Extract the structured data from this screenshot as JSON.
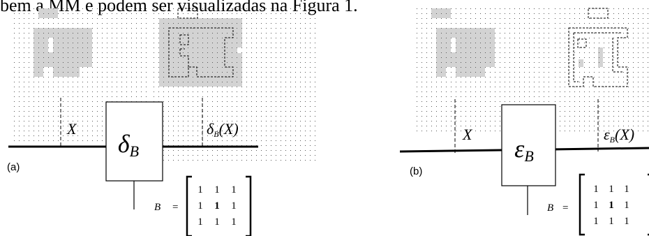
{
  "caption": "bem a MM e podem ser visualizadas na Figura 1.",
  "panels": [
    {
      "id": "a",
      "label": "(a)",
      "input_label": "X",
      "operator_symbol": "δ",
      "operator_subscript": "B",
      "output_symbol": "δ",
      "output_subscript": "B",
      "output_argument": "(X)",
      "matrix_name": "B",
      "equals_sign": "=",
      "matrix": [
        [
          "1",
          "1",
          "1"
        ],
        [
          "1",
          "1",
          "1"
        ],
        [
          "1",
          "1",
          "1"
        ]
      ],
      "matrix_center_bold": true
    },
    {
      "id": "b",
      "label": "(b)",
      "input_label": "X",
      "operator_symbol": "ε",
      "operator_subscript": "B",
      "output_symbol": "ε",
      "output_subscript": "B",
      "output_argument": "(X)",
      "matrix_name": "B",
      "equals_sign": "=",
      "matrix": [
        [
          "1",
          "1",
          "1"
        ],
        [
          "1",
          "1",
          "1"
        ],
        [
          "1",
          "1",
          "1"
        ]
      ],
      "matrix_center_bold": true
    }
  ],
  "colors": {
    "shape_fill": "#d3d3d3",
    "grid_dot": "#555555",
    "line": "#000000"
  }
}
